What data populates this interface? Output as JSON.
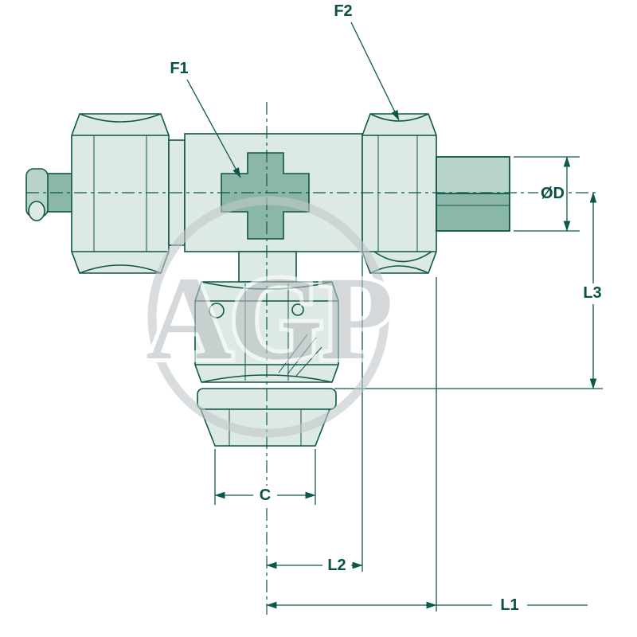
{
  "drawing": {
    "type": "hydraulic-tee-fitting-dimension-diagram",
    "watermark": "AGP",
    "labels": {
      "f1": "F1",
      "f2": "F2",
      "diameter": "ØD",
      "l3": "L3",
      "c": "C",
      "l2": "L2",
      "l1": "L1"
    },
    "colors": {
      "line": "#0d574a",
      "fill_light": "#dde9e4",
      "fill_medium": "#b9d4c8",
      "fill_dark": "#8ab7a7",
      "watermark": "#bfc5c8",
      "background": "#ffffff"
    }
  }
}
